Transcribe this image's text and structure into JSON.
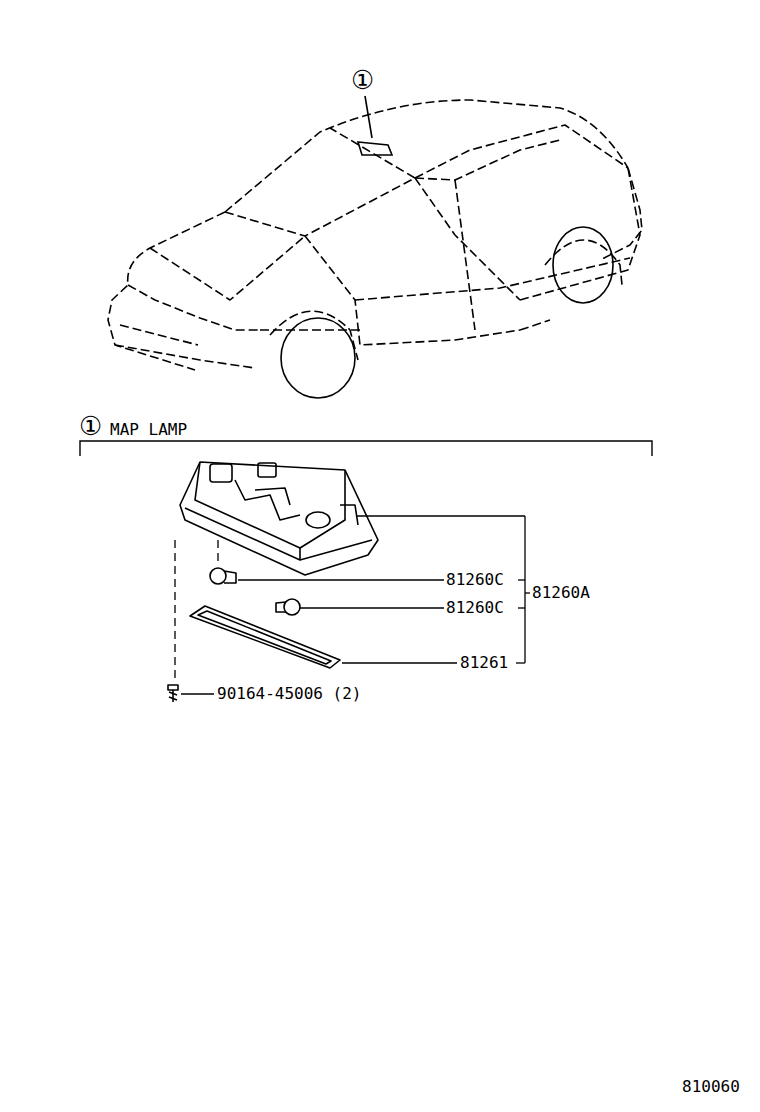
{
  "diagram": {
    "labels": [
      "①",
      "①",
      "MAP LAMP",
      "81260C",
      "81260C",
      "81260A",
      "81261",
      "90164-45006 (2)",
      "810060"
    ]
  }
}
